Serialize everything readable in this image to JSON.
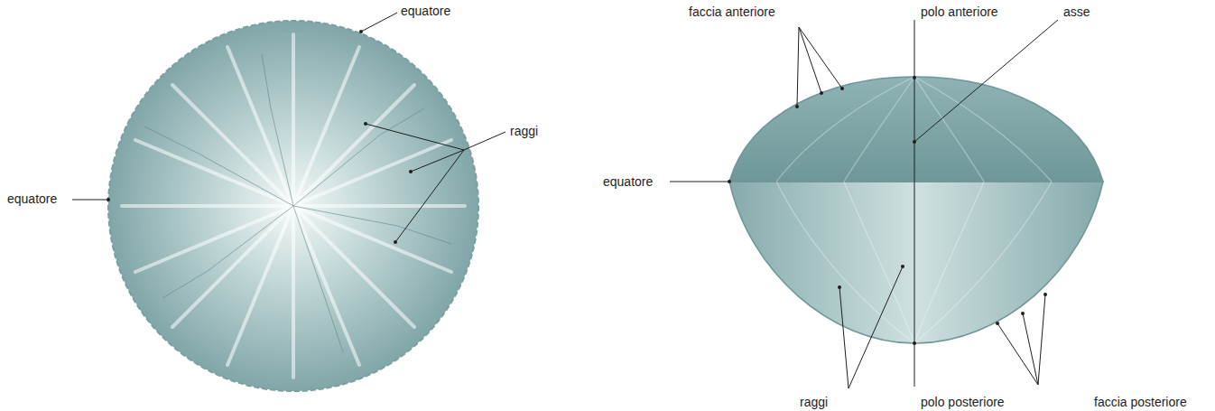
{
  "diagram": {
    "labels": [
      "equatore",
      "raggi",
      "equatore",
      "faccia anteriore",
      "polo anteriore",
      "asse",
      "equatore",
      "raggi",
      "polo posteriore",
      "faccia posteriore"
    ]
  }
}
